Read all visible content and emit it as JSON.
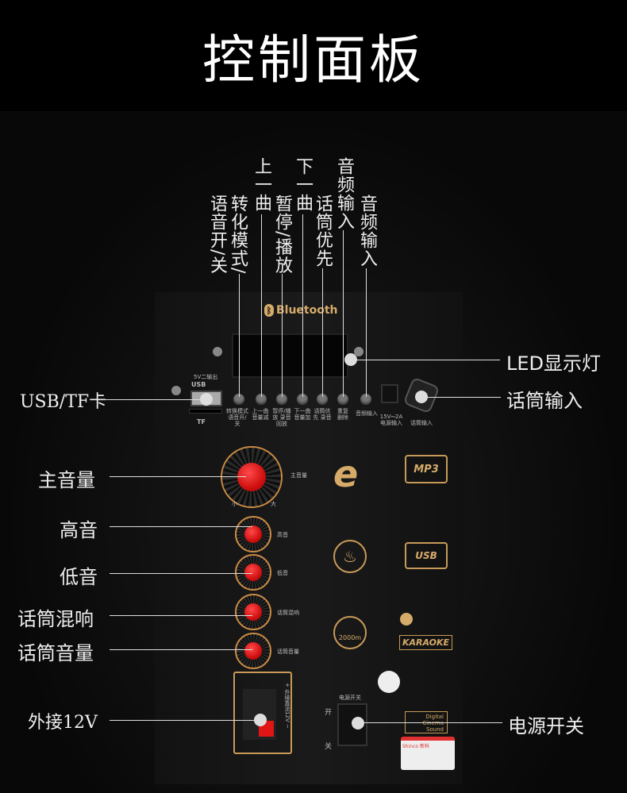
{
  "header": {
    "title": "控制面板"
  },
  "panel": {
    "brand": "Bluetooth",
    "usb_text": "5V二输出",
    "usb_label": "USB",
    "tf_label": "TF",
    "button_captions": [
      "转换模式 语音开/关",
      "上一曲 音量减",
      "暂停/播放 录音回放",
      "下一曲 音量加",
      "话筒优先 录音",
      "重复 删除",
      "音频输入"
    ],
    "dc_label": "15V⎓2A 电源输入",
    "mic_jack_label": "话筒输入",
    "knob_labels": [
      "主音量",
      "高音",
      "低音",
      "话筒混响",
      "话筒音量"
    ],
    "knob_min": "小",
    "knob_max": "大",
    "ext_label": "+ 外接直流12V −",
    "power_switch_label": "电源开关",
    "switch_on": "开",
    "switch_off": "关",
    "icons": [
      "e",
      "MP3",
      "USB",
      "2000m",
      "KARAOKE"
    ],
    "digital_sound": [
      "Digital",
      "Cinema",
      "Sound"
    ],
    "sticker_brand": "Shinco 新科"
  },
  "callouts_top": [
    {
      "text": "转化模式/"
    },
    {
      "text": "语音开/关"
    },
    {
      "text": "上一曲"
    },
    {
      "text": "暂停/播放"
    },
    {
      "text": "下一曲"
    },
    {
      "text": "话筒优先"
    },
    {
      "text": "音频输入"
    },
    {
      "text": "音频输入"
    }
  ],
  "callouts_left": [
    "USB/TF卡",
    "主音量",
    "高音",
    "低音",
    "话筒混响",
    "话筒音量",
    "外接12V"
  ],
  "callouts_right": [
    "LED显示灯",
    "话筒输入",
    "电源开关"
  ],
  "colors": {
    "accent_gold": "#c89a58",
    "knob_red": "#e01515",
    "line": "#dddddd"
  }
}
